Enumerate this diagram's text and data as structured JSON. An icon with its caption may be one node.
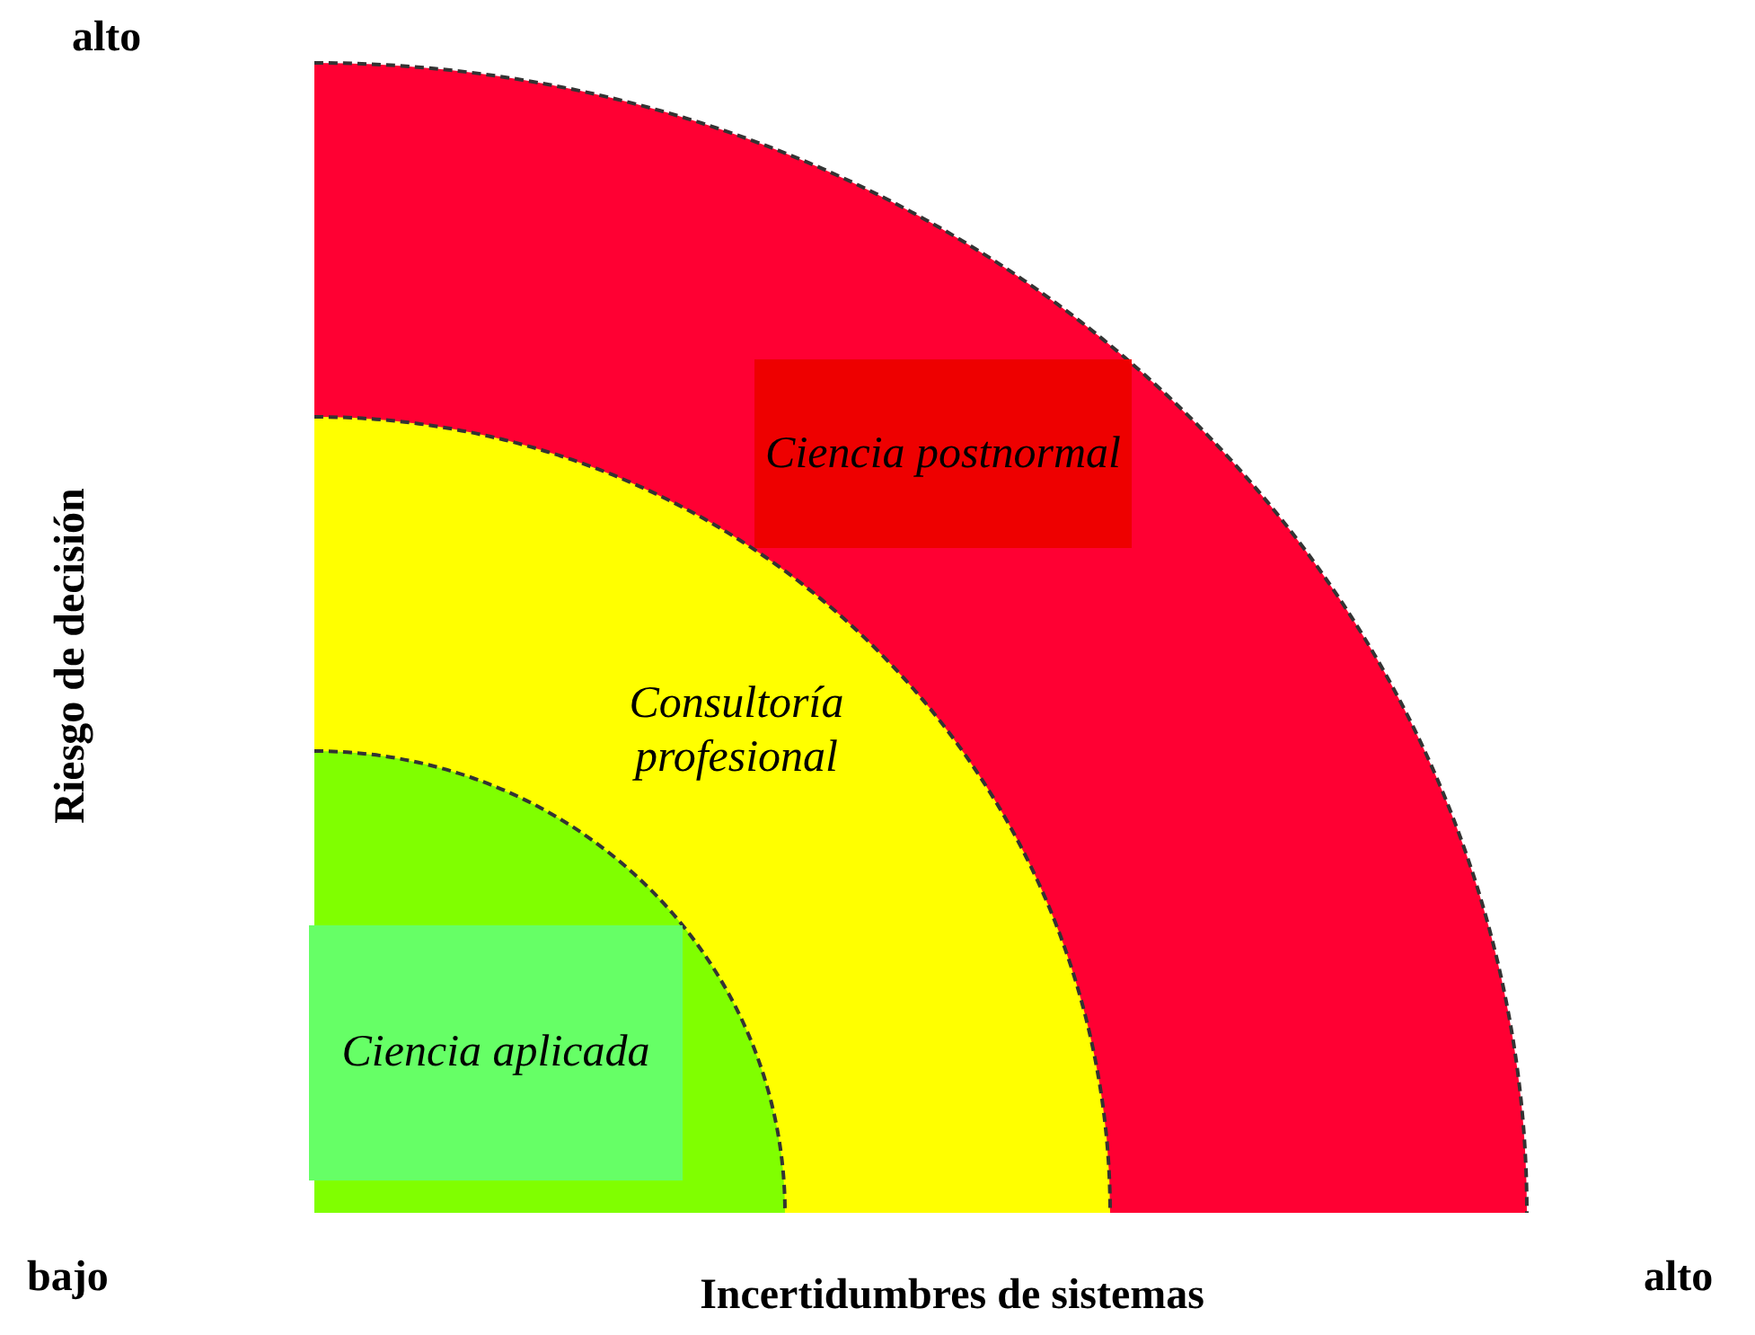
{
  "diagram": {
    "nodes": [
      {
        "text": [
          "Ciencia postnormal"
        ]
      },
      {
        "text": [
          "Consultoría profesional"
        ],
        "in": 0
      },
      {
        "text": [
          "Ciencia aplicada"
        ],
        "in": 1
      }
    ],
    "labels": [
      "alto",
      "Riesgo de decisión",
      "bajo",
      "Incertidumbres de sistemas",
      "alto"
    ]
  }
}
